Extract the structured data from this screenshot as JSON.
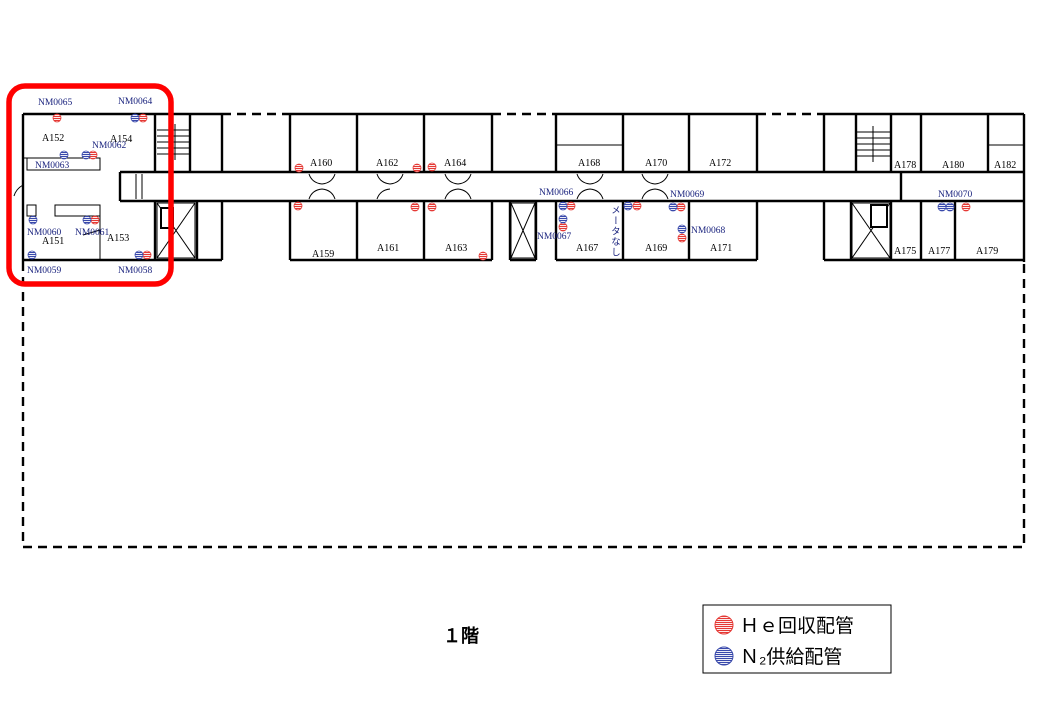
{
  "floor_label": "１階",
  "legend": {
    "he_label": "Ｈｅ回収配管",
    "n2_label": "Ｎ₂供給配管"
  },
  "colors": {
    "he": "#e53935",
    "n2": "#3949ab",
    "highlight": "#ff0000",
    "meter_text": "#1a237e"
  },
  "rooms": {
    "a151": "A151",
    "a152": "A152",
    "a153": "A153",
    "a154": "A154",
    "a159": "A159",
    "a160": "A160",
    "a161": "A161",
    "a162": "A162",
    "a163": "A163",
    "a164": "A164",
    "a167": "A167",
    "a168": "A168",
    "a169": "A169",
    "a170": "A170",
    "a171": "A171",
    "a172": "A172",
    "a175": "A175",
    "a177": "A177",
    "a178": "A178",
    "a179": "A179",
    "a180": "A180",
    "a182": "A182"
  },
  "meters": {
    "nm0058": "NM0058",
    "nm0059": "NM0059",
    "nm0060": "NM0060",
    "nm0061": "NM0061",
    "nm0062": "NM0062",
    "nm0063": "NM0063",
    "nm0064": "NM0064",
    "nm0065": "NM0065",
    "nm0066": "NM0066",
    "nm0067": "NM0067",
    "nm0068": "NM0068",
    "nm0069": "NM0069",
    "nm0070": "NM0070"
  },
  "no_meter_note": "メータなし"
}
